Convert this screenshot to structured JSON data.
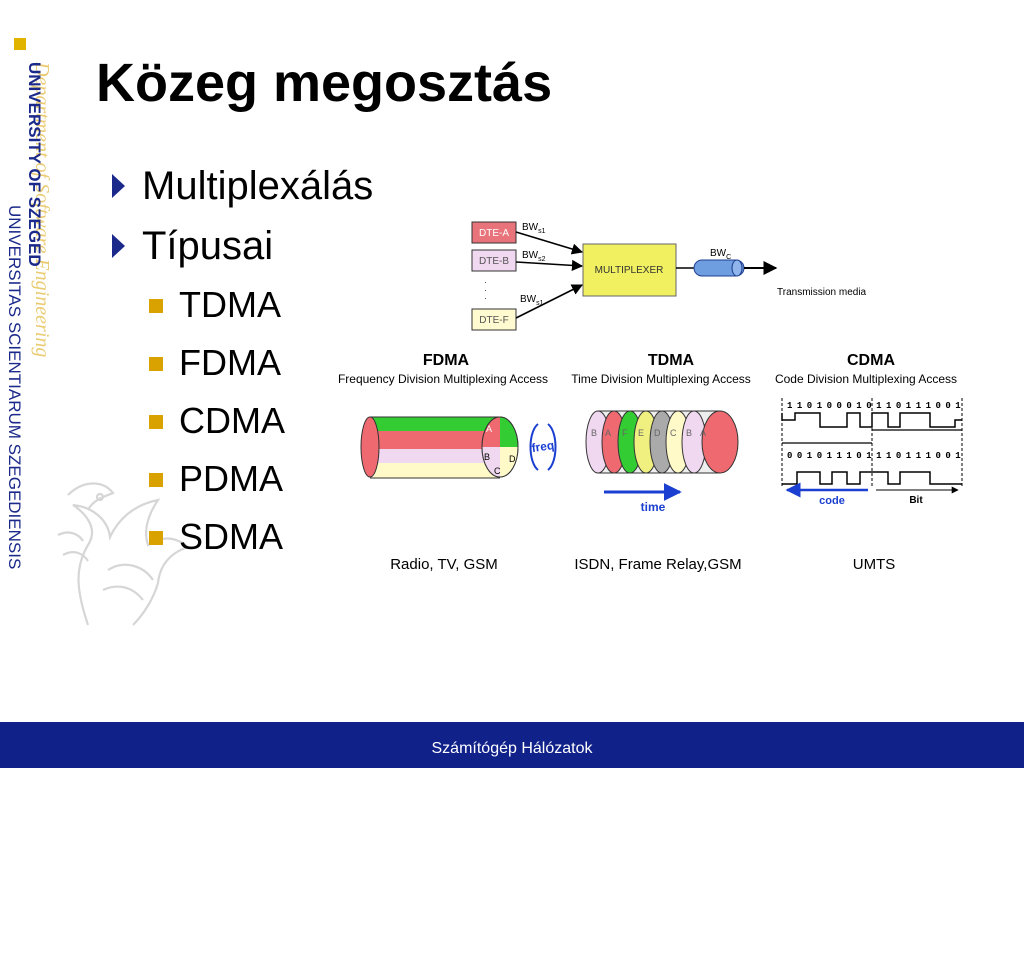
{
  "sidebar": {
    "line1": "UNIVERSITY OF SZEGED",
    "line2": "Department of Software Engineering",
    "line3": "UNIVERSITAS SCIENTIARUM SZEGEDIENSIS"
  },
  "slide": {
    "title": "Közeg megosztás",
    "bullets": [
      {
        "text": "Multiplexálás"
      },
      {
        "text": "Típusai",
        "subitems": [
          "TDMA",
          "FDMA",
          "CDMA",
          "PDMA",
          "SDMA"
        ]
      }
    ]
  },
  "diagram": {
    "inputs": [
      "DTE-A",
      "DTE-B",
      "DTE-F"
    ],
    "bw_labels": [
      "BW",
      "BW",
      "BW"
    ],
    "bw_subs": [
      "s1",
      "s2",
      "s1"
    ],
    "dots": "·\n·\n·",
    "mux": "MULTIPLEXER",
    "bwc_main": "BW",
    "bwc_sub": "C",
    "media": "Transmission media",
    "colors": {
      "dte_a": "#e8737a",
      "dte_b": "#f0d8f0",
      "dte_f": "#fffad0",
      "mux": "#f0f060",
      "cable": "#6e9ee0"
    }
  },
  "schemes": [
    {
      "name": "FDMA",
      "subtitle": "Frequency Division Multiplexing Access",
      "example": "Radio, TV, GSM",
      "axis": "freq",
      "slices": [
        "A",
        "B",
        "C",
        "D"
      ]
    },
    {
      "name": "TDMA",
      "subtitle": "Time Division Multiplexing Access",
      "example": "ISDN, Frame Relay,GSM",
      "axis": "time",
      "slices": [
        "B",
        "A",
        "F",
        "E",
        "D",
        "C",
        "B",
        "A"
      ]
    },
    {
      "name": "CDMA",
      "subtitle": "Code Division Multiplexing Access",
      "example": "UMTS",
      "axis": "code",
      "bit_label": "Bit",
      "code1": [
        "1",
        "1",
        "0",
        "1",
        "0",
        "0",
        "0",
        "1",
        "0",
        "1",
        "1",
        "0",
        "1",
        "1",
        "1",
        "0",
        "0",
        "1"
      ],
      "code2": [
        "0",
        "0",
        "1",
        "0",
        "1",
        "1",
        "1",
        "0",
        "1",
        "1",
        "1",
        "0",
        "1",
        "1",
        "1",
        "0",
        "0",
        "1"
      ]
    }
  ],
  "footer": {
    "text": "Számítógép Hálózatok"
  }
}
